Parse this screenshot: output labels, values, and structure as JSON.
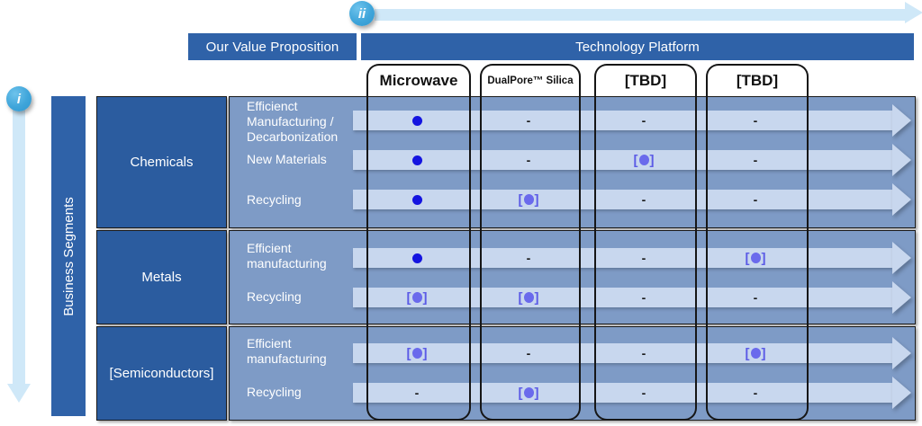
{
  "callouts": [
    {
      "id": "i",
      "label": "i",
      "meaning": "business-segments-axis"
    },
    {
      "id": "ii",
      "label": "ii",
      "meaning": "technology-platform-axis"
    }
  ],
  "header": {
    "value_proposition_label": "Our Value Proposition",
    "technology_platform_label": "Technology Platform"
  },
  "axis": {
    "business_segments_label": "Business Segments"
  },
  "columns": [
    {
      "key": "microwave",
      "label": "Microwave",
      "size": "big"
    },
    {
      "key": "dualpore",
      "label": "DualPore™ Silica",
      "size": "small"
    },
    {
      "key": "tbd1",
      "label": "[TBD]",
      "size": "big"
    },
    {
      "key": "tbd2",
      "label": "[TBD]",
      "size": "big"
    }
  ],
  "segments": [
    {
      "key": "chemicals",
      "name": "Chemicals",
      "rows": [
        {
          "label": "Efficienct\nManufacturing /\nDecarbonization",
          "cells": [
            "dot",
            "dash",
            "dash",
            "dash"
          ]
        },
        {
          "label": "New Materials",
          "cells": [
            "dot",
            "dash",
            "bracket",
            "dash"
          ]
        },
        {
          "label": "Recycling",
          "cells": [
            "dot",
            "bracket",
            "dash",
            "dash"
          ]
        }
      ]
    },
    {
      "key": "metals",
      "name": "Metals",
      "rows": [
        {
          "label": "Efficient\nmanufacturing",
          "cells": [
            "dot",
            "dash",
            "dash",
            "bracket"
          ]
        },
        {
          "label": "Recycling",
          "cells": [
            "bracket",
            "bracket",
            "dash",
            "dash"
          ]
        }
      ]
    },
    {
      "key": "semiconductors",
      "name": "[Semiconductors]",
      "rows": [
        {
          "label": "Efficient\nmanufacturing",
          "cells": [
            "bracket",
            "dash",
            "dash",
            "bracket"
          ]
        },
        {
          "label": "Recycling",
          "cells": [
            "dash",
            "bracket",
            "dash",
            "dash"
          ]
        }
      ]
    }
  ],
  "legend_symbols": {
    "dot": "●",
    "bracket_open": "[",
    "bracket_close": "]",
    "dash": "-"
  },
  "colors": {
    "header_blue": "#2f62a8",
    "segment_blue": "#2b5c9f",
    "body_blue": "#7e9bc6",
    "band_blue": "#c8d7ee",
    "guide_blue": "#cfe8f8",
    "callout_blue": "#3fa5da",
    "dot_blue": "#1414e0",
    "bracket_blue": "#6a6aec"
  }
}
